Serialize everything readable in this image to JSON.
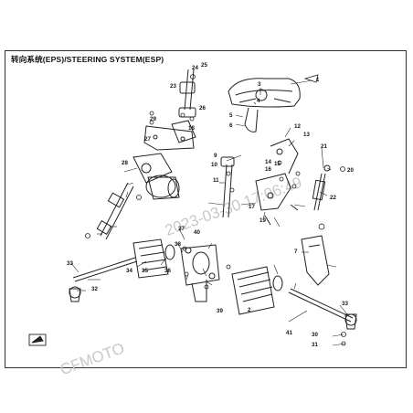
{
  "header": {
    "title": "转向系统(EPS)/STEERING SYSTEM(ESP)"
  },
  "watermark": {
    "brand": "CFMOTO",
    "text": "2023-03-30 17:06:49"
  },
  "callouts": {
    "c1": "1",
    "c2": "2",
    "c3": "3",
    "c4": "4",
    "c5": "5",
    "c6": "6",
    "c7": "7",
    "c8": "8",
    "c9": "9",
    "c10": "10",
    "c11": "11",
    "c12": "12",
    "c13": "13",
    "c14": "14",
    "c15": "15",
    "c16": "16",
    "c17": "17",
    "c18": "18",
    "c19": "19",
    "c20": "20",
    "c21": "21",
    "c22": "22",
    "c23": "23",
    "c24": "24",
    "c25": "25",
    "c26": "26",
    "c27": "27",
    "c28": "28",
    "c29": "29",
    "c30": "30",
    "c31": "31",
    "c32": "32",
    "c33": "33",
    "c34": "34",
    "c35": "35",
    "c36": "36",
    "c37": "37",
    "c38": "38",
    "c39": "39",
    "c40": "40",
    "c41": "41"
  },
  "colors": {
    "line": "#222222",
    "frame": "#333333",
    "watermark": "#c8c8c8"
  },
  "icons": {
    "direction": "arrow-icon"
  }
}
